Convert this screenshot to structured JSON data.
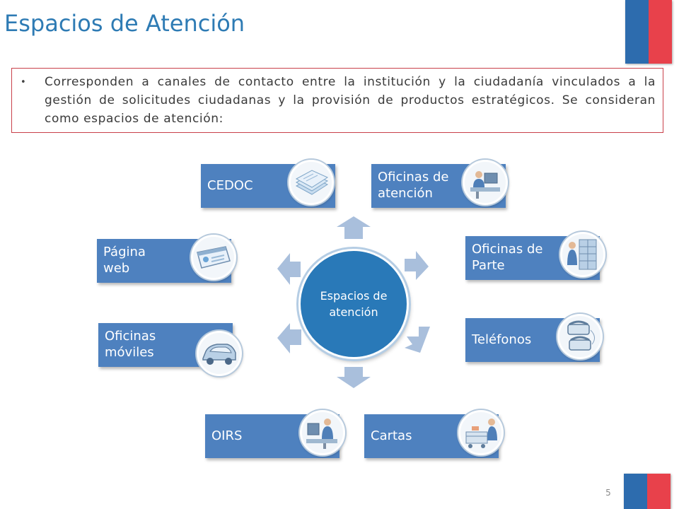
{
  "slide": {
    "title": "Espacios de Atención",
    "bullet": "Corresponden a canales de contacto entre la institución y la ciudadanía vinculados a la gestión de solicitudes ciudadanas y la provisión de productos estratégicos. Se consideran como espacios de atención:",
    "page_number": "5"
  },
  "hub": {
    "label": "Espacios de atención"
  },
  "nodes": {
    "cedoc": {
      "label": "CEDOC",
      "icon": "documents-stack-icon"
    },
    "oficinas_atencion": {
      "label_line1": "Oficinas de",
      "label_line2": "atención",
      "icon": "office-worker-icon"
    },
    "oficinas_parte": {
      "label_line1": "Oficinas de",
      "label_line2": "Parte",
      "icon": "filing-cabinet-icon"
    },
    "telefonos": {
      "label": "Teléfonos",
      "icon": "telephone-icon"
    },
    "cartas": {
      "label": "Cartas",
      "icon": "mail-cart-icon"
    },
    "oirs": {
      "label": "OIRS",
      "icon": "computer-worker-icon"
    },
    "oficinas_moviles": {
      "label_line1": "Oficinas",
      "label_line2": "móviles",
      "icon": "car-icon"
    },
    "pagina_web": {
      "label_line1": "Página",
      "label_line2": "web",
      "icon": "browser-window-icon"
    }
  },
  "colors": {
    "title": "#2e7bb4",
    "node": "#4e81bf",
    "hub": "#2979b8",
    "arrow": "#a9bfdc",
    "flag_blue": "#2d6cae",
    "flag_red": "#e8414b",
    "border": "#c9404a"
  }
}
